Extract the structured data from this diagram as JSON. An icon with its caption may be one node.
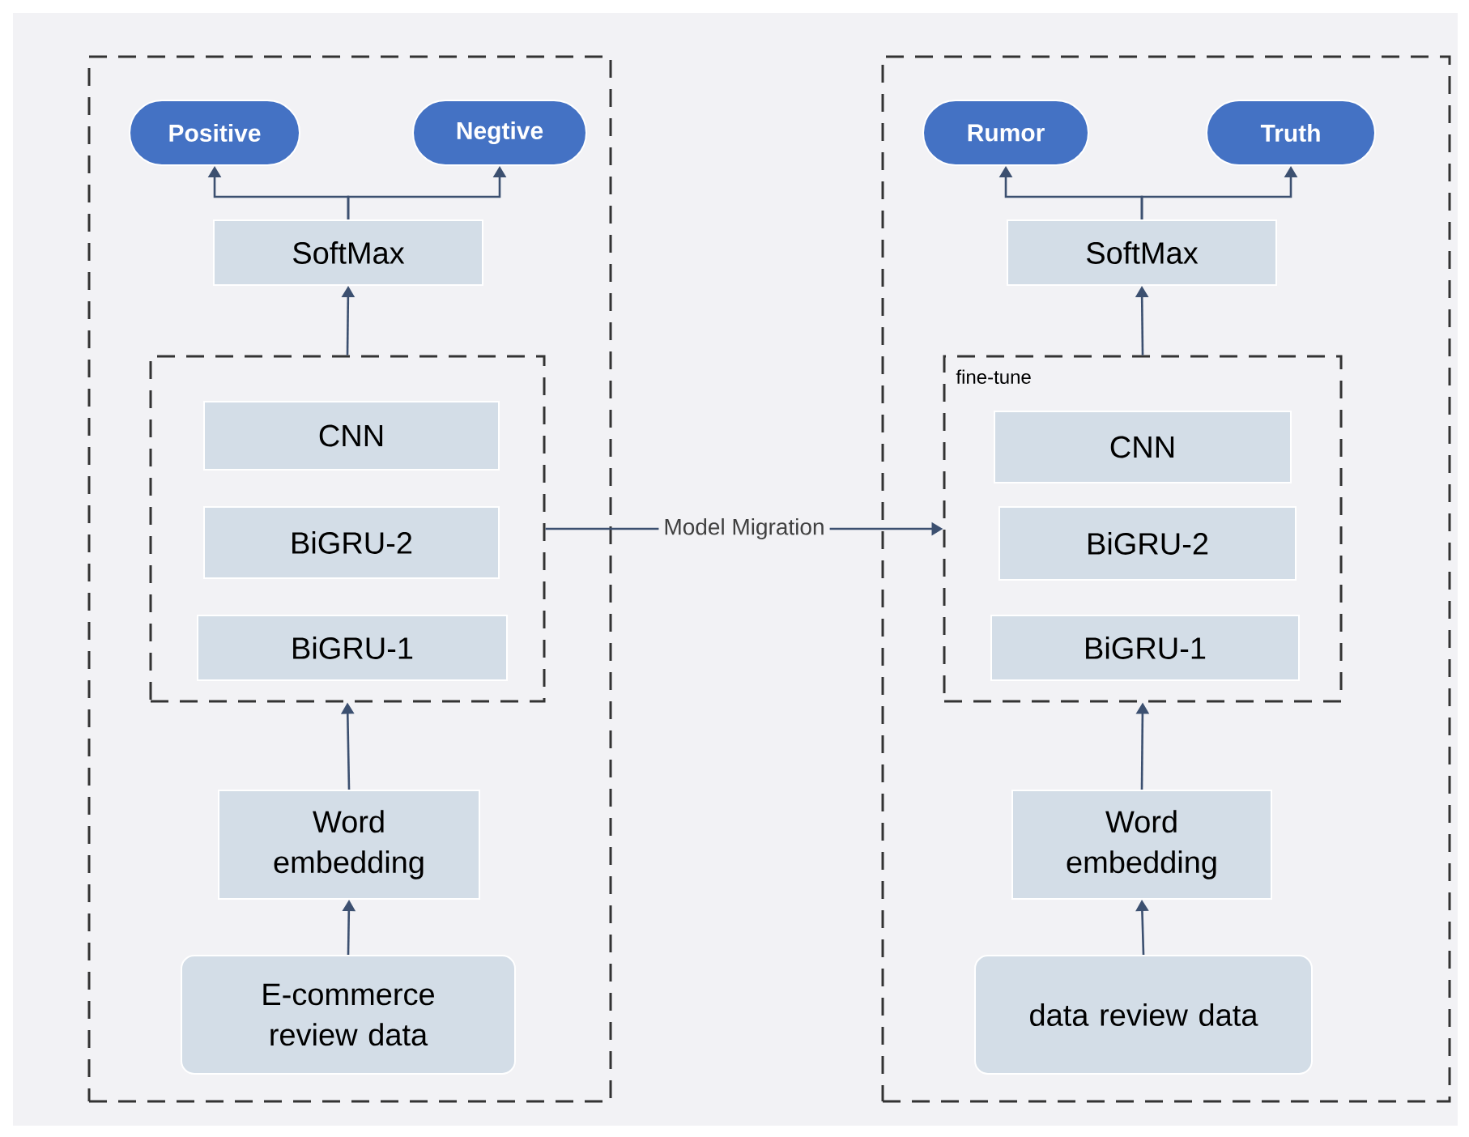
{
  "diagram": {
    "nodes": [
      {
        "text": [],
        "shape": "box"
      },
      {
        "text": [
          "Positive"
        ],
        "in": 0
      },
      {
        "text": [
          "Negtive"
        ],
        "in": 0
      },
      {
        "text": [
          "SoftMax"
        ],
        "in": 0
      },
      {
        "text": [],
        "shape": "box",
        "in": 0
      },
      {
        "text": [
          "CNN"
        ],
        "in": 4
      },
      {
        "text": [
          "BiGRU-2"
        ],
        "in": 4
      },
      {
        "text": [
          "BiGRU-1"
        ],
        "in": 4
      },
      {
        "text": [
          "Word embedding"
        ],
        "in": 0
      },
      {
        "text": [
          "E-commerce review data"
        ],
        "in": 0
      },
      {
        "text": [],
        "shape": "box"
      },
      {
        "text": [
          "Rumor"
        ],
        "in": 10
      },
      {
        "text": [
          "Truth"
        ],
        "in": 10
      },
      {
        "text": [
          "SoftMax"
        ],
        "in": 10
      },
      {
        "text": [
          "fine-tune"
        ],
        "in": 10
      },
      {
        "text": [
          "CNN"
        ],
        "in": 14
      },
      {
        "text": [
          "BiGRU-2"
        ],
        "in": 14
      },
      {
        "text": [
          "BiGRU-1"
        ],
        "in": 14
      },
      {
        "text": [
          "Word embedding"
        ],
        "in": 10
      },
      {
        "text": [
          "data review data"
        ],
        "in": 10
      }
    ],
    "edges": [
      {
        "from": 3,
        "to": 1,
        "arrow": "to"
      },
      {
        "from": 3,
        "to": 2,
        "arrow": "to"
      },
      {
        "from": 4,
        "to": 3,
        "arrow": "to"
      },
      {
        "from": 8,
        "to": 4,
        "arrow": "to"
      },
      {
        "from": 9,
        "to": 8,
        "arrow": "to"
      },
      {
        "from": 13,
        "to": 11,
        "arrow": "to"
      },
      {
        "from": 13,
        "to": 12,
        "arrow": "to"
      },
      {
        "from": 14,
        "to": 13,
        "arrow": "to"
      },
      {
        "from": 18,
        "to": 14,
        "arrow": "to"
      },
      {
        "from": 19,
        "to": 18,
        "arrow": "to"
      },
      {
        "from": 4,
        "to": 14,
        "arrow": "to",
        "label": "Model Migration"
      }
    ]
  }
}
